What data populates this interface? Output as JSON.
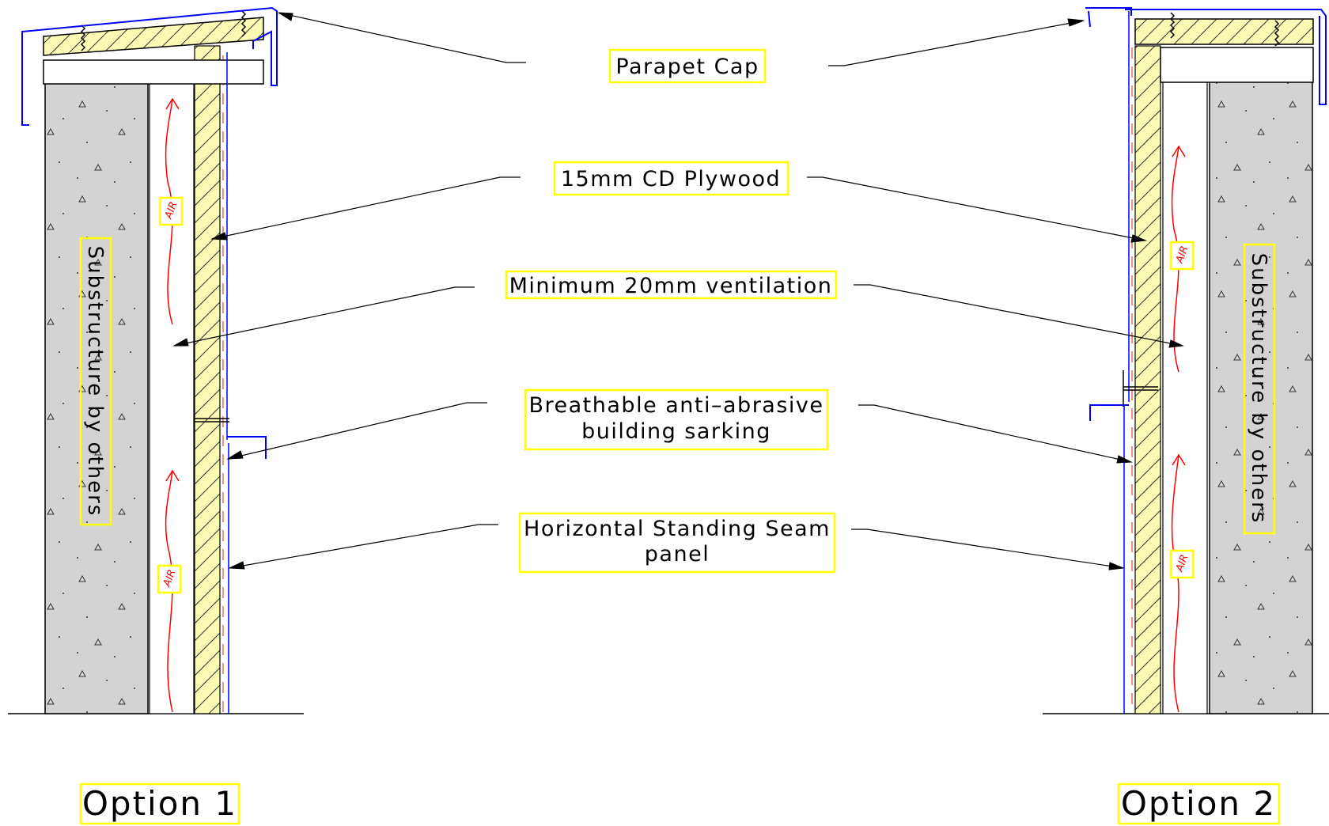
{
  "labels": {
    "parapet_cap": "Parapet Cap",
    "plywood": "15mm CD Plywood",
    "ventilation": "Minimum 20mm ventilation",
    "sarking_line1": "Breathable anti–abrasive",
    "sarking_line2": "building sarking",
    "panel_line1": "Horizontal Standing Seam",
    "panel_line2": "panel",
    "substructure": "Substructure by others",
    "air": "AIR"
  },
  "options": {
    "option1": "Option 1",
    "option2": "Option 2"
  },
  "colors": {
    "label_box": "#ffff00",
    "concrete": "#d3d3d3",
    "plywood": "#fafab4",
    "panel_line": "#0000ff",
    "air_arrow": "#ff0000"
  }
}
